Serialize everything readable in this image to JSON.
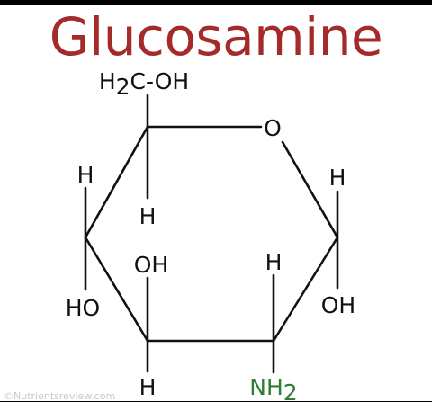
{
  "title": "Glucosamine",
  "colors": {
    "title": "#a52a2a",
    "amine": "#2e7d32",
    "bond": "#111111",
    "background": "#ffffff",
    "frame": "#000000"
  },
  "molecule": {
    "ring_oxygen": "O",
    "c6_group": {
      "main": "H",
      "sub": "2",
      "rest": "C-OH"
    },
    "c5_h": "H",
    "c4_h": "H",
    "c4_oh": "HO",
    "c3_oh": "OH",
    "c3_h": "H",
    "c2_h": "H",
    "c2_amine": {
      "main": "NH",
      "sub": "2"
    },
    "c1_h": "H",
    "c1_oh": "OH"
  },
  "watermark": "©Nutrientsreview.com"
}
